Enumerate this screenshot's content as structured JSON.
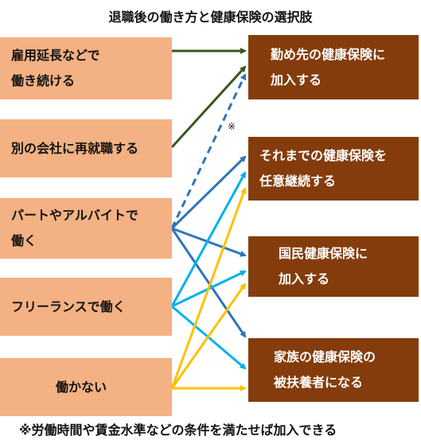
{
  "title": "退職後の働き方と健康保険の選択肢",
  "left_boxes": [
    {
      "lines": [
        "雇用延長などで",
        "働き続ける"
      ]
    },
    {
      "lines": [
        "別の会社に再就職する"
      ]
    },
    {
      "lines": [
        "パートやアルバイトで",
        "働く"
      ]
    },
    {
      "lines": [
        "フリーランスで働く"
      ]
    },
    {
      "lines": [
        "働かない"
      ]
    }
  ],
  "right_boxes": [
    {
      "lines": [
        "勤め先の健康保険に",
        "加入する"
      ]
    },
    {
      "lines": [
        "それまでの健康保険を",
        "任意継続する"
      ]
    },
    {
      "lines": [
        "国民健康保険に",
        "加入する"
      ]
    },
    {
      "lines": [
        "家族の健康保険の",
        "被扶養者になる"
      ]
    }
  ],
  "note_mark": "※",
  "footnote": "※労働時間や賃金水準などの条件を満たせば加入できる",
  "colors": {
    "left_fill": "#f4b183",
    "right_fill": "#843c0c",
    "green": "#38561c",
    "blue": "#2e75b6",
    "light_blue": "#00b0f0",
    "yellow": "#ffc000"
  }
}
